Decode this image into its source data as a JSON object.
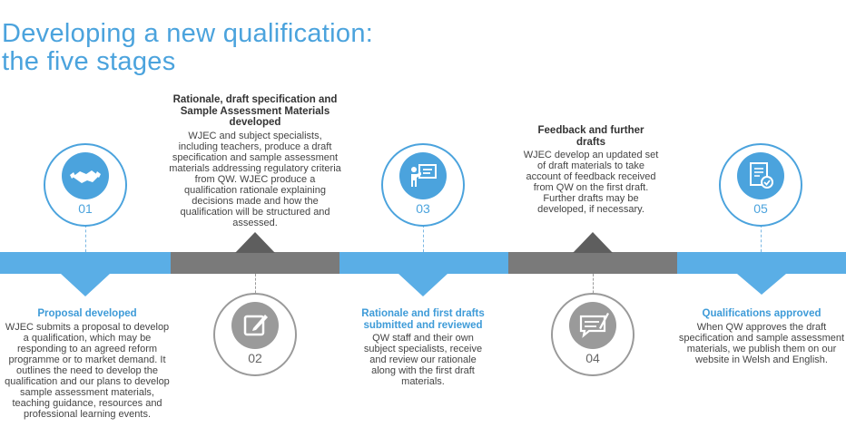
{
  "title": {
    "line1": "Developing a new qualification:",
    "line2": "the five stages"
  },
  "colors": {
    "accent": "#4ba3dd",
    "band_blue": "#5aaee6",
    "band_grey": "#7a7a7a"
  },
  "stages": [
    {
      "number": "01",
      "icon": "handshake-icon",
      "heading": "Proposal developed",
      "body": "WJEC submits a proposal to develop a qualification, which may be responding to an agreed reform programme or to market demand. It outlines the need to develop the qualification and our plans to develop sample assessment materials, teaching guidance, resources and professional learning events."
    },
    {
      "number": "02",
      "icon": "edit-icon",
      "heading": "Rationale, draft specification and Sample Assessment Materials developed",
      "body": "WJEC and subject specialists, including teachers, produce a draft specification and sample assessment materials addressing regulatory criteria from QW. WJEC produce a qualification rationale explaining decisions made and how the qualification will be structured and assessed."
    },
    {
      "number": "03",
      "icon": "presenter-icon",
      "heading": "Rationale and first drafts submitted and reviewed",
      "body": "QW staff and their own subject specialists, receive and review our rationale along with the first draft materials."
    },
    {
      "number": "04",
      "icon": "feedback-icon",
      "heading": "Feedback and further drafts",
      "body": "WJEC develop an updated set of draft materials to take account of feedback received from QW on the first draft. Further drafts may be developed, if necessary."
    },
    {
      "number": "05",
      "icon": "approved-document-icon",
      "heading": "Qualifications approved",
      "body": "When QW approves the draft specification and sample assessment materials, we publish them on our website in Welsh and English."
    }
  ]
}
